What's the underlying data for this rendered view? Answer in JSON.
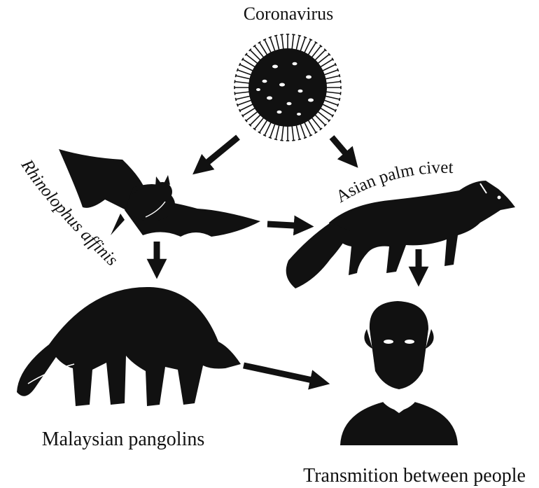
{
  "labels": {
    "coronavirus": "Coronavirus",
    "bat": "Rhinolophus affinis",
    "civet": "Asian palm civet",
    "pangolin": "Malaysian pangolins",
    "people": "Transmition between people"
  },
  "colors": {
    "ink": "#111111",
    "background": "#ffffff"
  },
  "icons": [
    "coronavirus-icon",
    "bat-icon",
    "civet-icon",
    "pangolin-icon",
    "person-icon"
  ]
}
